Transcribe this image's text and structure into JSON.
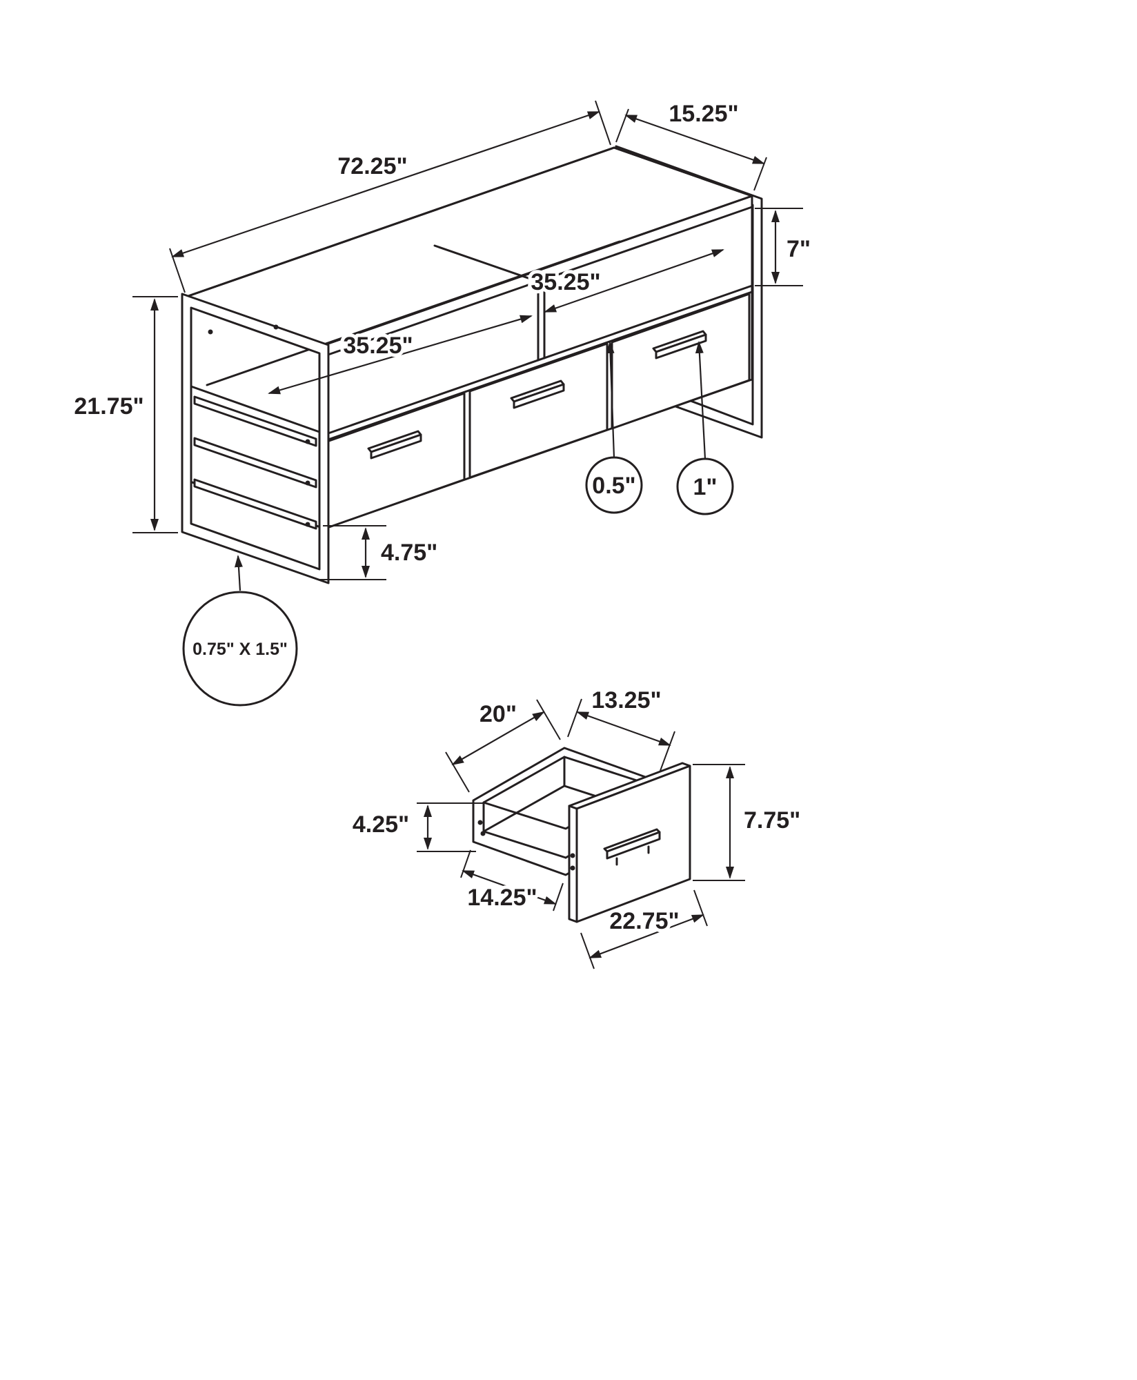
{
  "page": {
    "background": "#ffffff",
    "line_color": "#231f20"
  },
  "main_view": {
    "name": "tv-stand-overall-dimensions",
    "dims": {
      "width": "72.25\"",
      "depth": "15.25\"",
      "open_shelf_height": "7\"",
      "shelf_opening_width_left": "35.25\"",
      "shelf_opening_width_right": "35.25\"",
      "height": "21.75\"",
      "bottom_clearance": "4.75\"",
      "callout_shelf_thickness": "0.5\"",
      "callout_panel_thickness": "1\"",
      "callout_frame_tube": "0.75\" X 1.5\""
    }
  },
  "drawer_view": {
    "name": "drawer-dimensions",
    "dims": {
      "inner_width": "20\"",
      "inner_depth": "13.25\"",
      "inner_height": "4.25\"",
      "front_height": "7.75\"",
      "side_depth": "14.25\"",
      "front_width": "22.75\""
    }
  }
}
